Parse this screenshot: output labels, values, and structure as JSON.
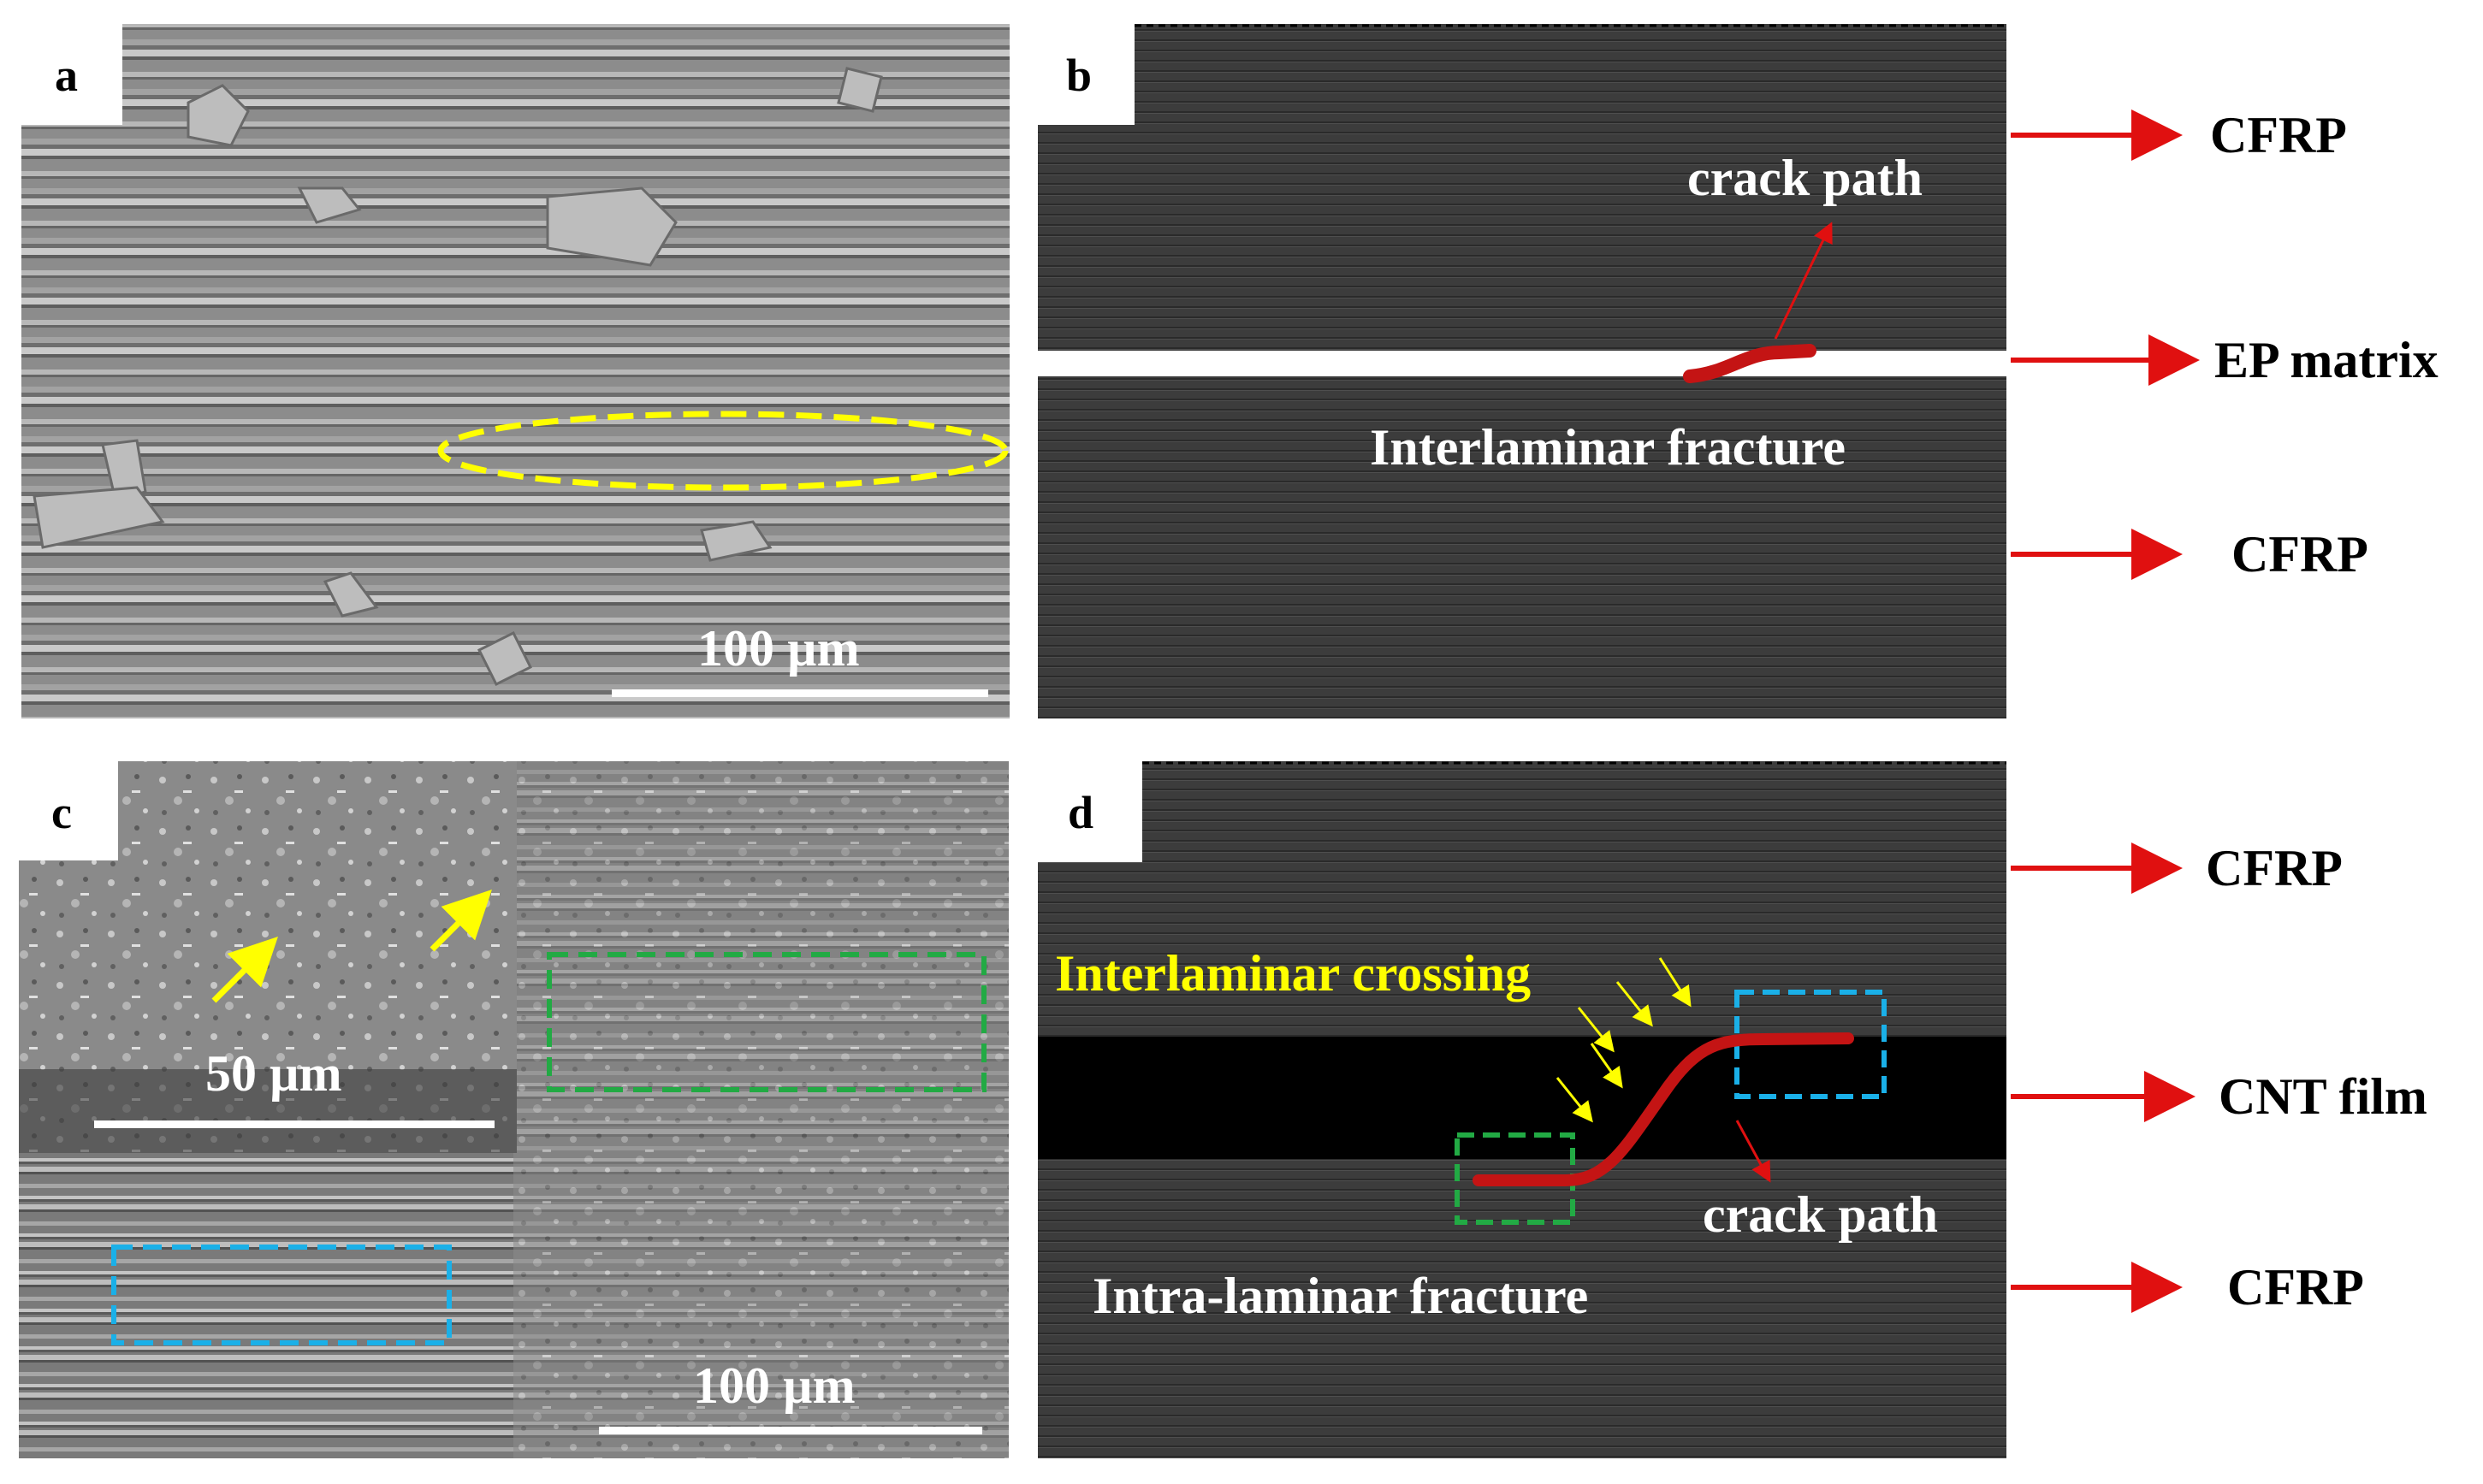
{
  "panels": {
    "a": {
      "letter": "a",
      "scale_bar": "100 µm"
    },
    "b": {
      "letter": "b",
      "layers": [
        "CFRP",
        "EP matrix",
        "CFRP"
      ],
      "crack_label": "crack path",
      "fracture_label": "Interlaminar  fracture"
    },
    "c": {
      "letter": "c",
      "inset_scale_bar": "50 µm",
      "scale_bar": "100 µm"
    },
    "d": {
      "letter": "d",
      "layers": [
        "CFRP",
        "CNT film",
        "CFRP"
      ],
      "crossing_label": "Interlaminar  crossing",
      "crack_label": "crack path",
      "fracture_label": "Intra-laminar  fracture"
    }
  },
  "colors": {
    "annotation_red": "#e01010",
    "crack_red": "#c41414",
    "highlight_yellow": "#ffff00",
    "box_green": "#22aa44",
    "box_blue": "#1ab0e8",
    "cfrp_dark": "#3a3a3a",
    "cnt_film": "#000000",
    "ep_matrix": "#ffffff"
  }
}
